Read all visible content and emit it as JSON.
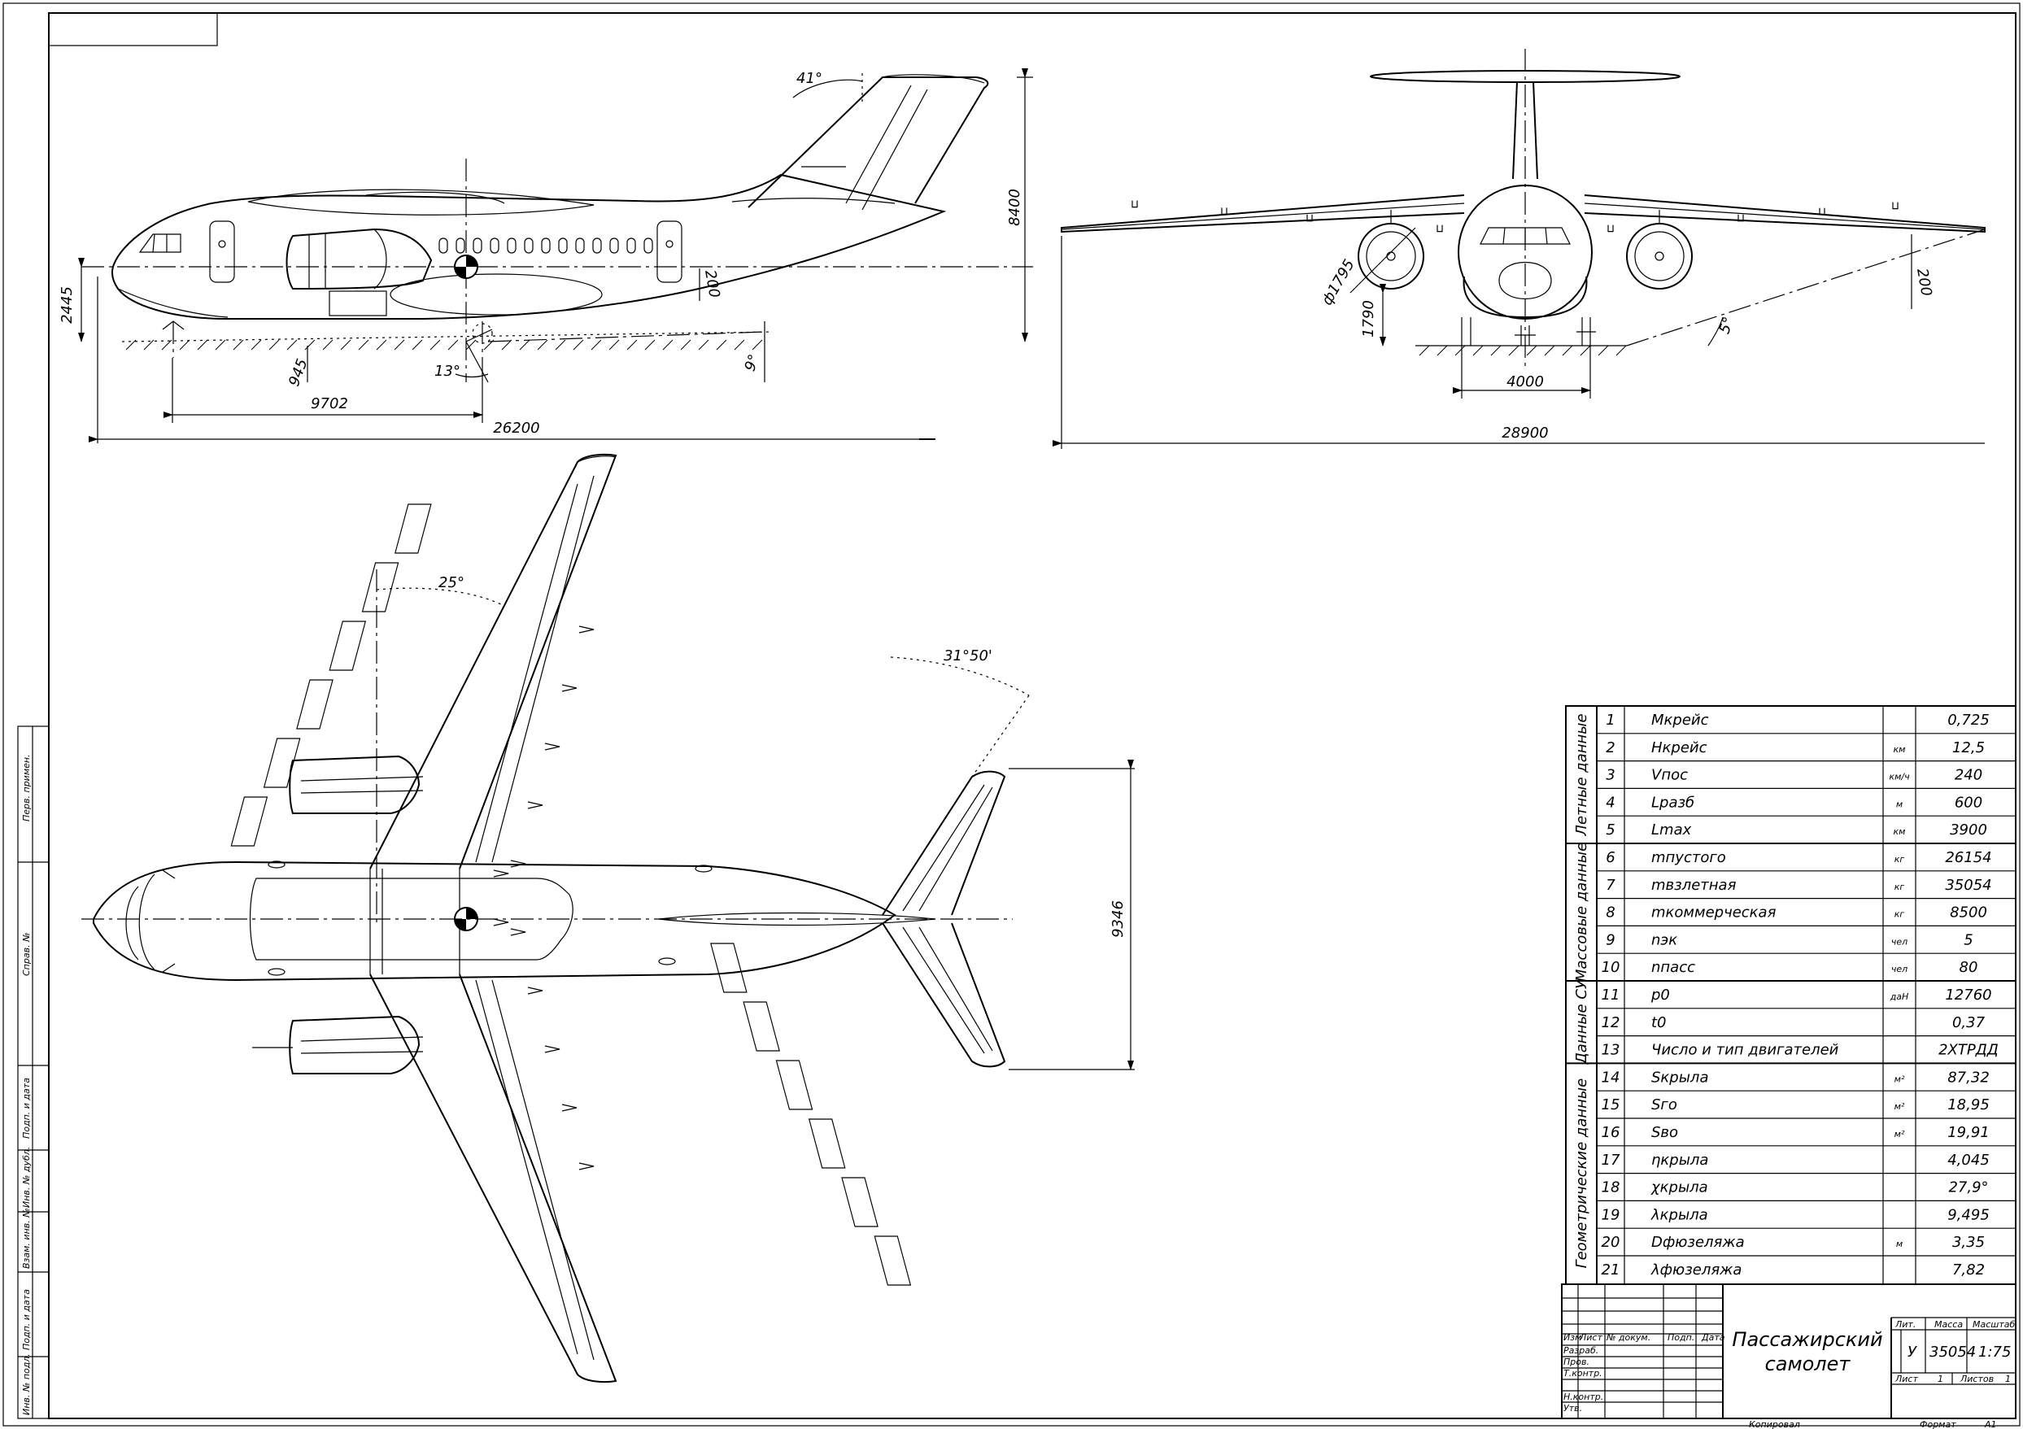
{
  "side_view": {
    "dims": {
      "overall_length": "26200",
      "height": "8400",
      "ground_to_axis": "2445",
      "cg_distance": "9702",
      "gear_track": "945",
      "fin_sweep": "41°",
      "tail_angle": "13°",
      "rear_angle": "9°",
      "clearance": "200"
    }
  },
  "front_view": {
    "dims": {
      "span": "28900",
      "gear_track": "4000",
      "engine_diameter": "ф1795",
      "engine_height": "1790",
      "wingtip_clearance": "200",
      "dihedral": "5°"
    }
  },
  "top_view": {
    "dims": {
      "wing_sweep": "25°",
      "stab_sweep": "31°50'",
      "stab_span": "9346"
    }
  },
  "spec_table": {
    "groups": [
      {
        "label": "Летные данные",
        "rows": [
          {
            "num": "1",
            "name": "Мкрейс",
            "unit": "",
            "value": "0,725"
          },
          {
            "num": "2",
            "name": "Hкрейс",
            "unit": "км",
            "value": "12,5"
          },
          {
            "num": "3",
            "name": "Vпос",
            "unit": "км/ч",
            "value": "240"
          },
          {
            "num": "4",
            "name": "Lразб",
            "unit": "м",
            "value": "600"
          },
          {
            "num": "5",
            "name": "Lmax",
            "unit": "км",
            "value": "3900"
          }
        ]
      },
      {
        "label": "Массовые данные",
        "rows": [
          {
            "num": "6",
            "name": "mпустого",
            "unit": "кг",
            "value": "26154"
          },
          {
            "num": "7",
            "name": "mвзлетная",
            "unit": "кг",
            "value": "35054"
          },
          {
            "num": "8",
            "name": "mкоммерческая",
            "unit": "кг",
            "value": "8500"
          },
          {
            "num": "9",
            "name": "nэк",
            "unit": "чел",
            "value": "5"
          },
          {
            "num": "10",
            "name": "nпасс",
            "unit": "чел",
            "value": "80"
          }
        ]
      },
      {
        "label": "Данные СУ",
        "rows": [
          {
            "num": "11",
            "name": "p0",
            "unit": "даН",
            "value": "12760"
          },
          {
            "num": "12",
            "name": "t0",
            "unit": "",
            "value": "0,37"
          },
          {
            "num": "13",
            "name": "Число и тип двигателей",
            "unit": "",
            "value": "2ХТРДД"
          }
        ]
      },
      {
        "label": "Геометрические данные",
        "rows": [
          {
            "num": "14",
            "name": "Sкрыла",
            "unit": "м²",
            "value": "87,32"
          },
          {
            "num": "15",
            "name": "Sго",
            "unit": "м²",
            "value": "18,95"
          },
          {
            "num": "16",
            "name": "Sво",
            "unit": "м²",
            "value": "19,91"
          },
          {
            "num": "17",
            "name": "ηкрыла",
            "unit": "",
            "value": "4,045"
          },
          {
            "num": "18",
            "name": "χкрыла",
            "unit": "",
            "value": "27,9°"
          },
          {
            "num": "19",
            "name": "λкрыла",
            "unit": "",
            "value": "9,495"
          },
          {
            "num": "20",
            "name": "Dфюзеляжа",
            "unit": "м",
            "value": "3,35"
          },
          {
            "num": "21",
            "name": "λфюзеляжа",
            "unit": "",
            "value": "7,82"
          }
        ]
      }
    ]
  },
  "title_block": {
    "title_line1": "Пассажирский",
    "title_line2": "самолет",
    "headers": {
      "izm": "Изм",
      "list": "Лист",
      "doc": "№ докум.",
      "podp": "Подп.",
      "data": "Дата"
    },
    "roles": [
      "Разраб.",
      "Пров.",
      "Т.контр.",
      "",
      "Н.контр.",
      "Утв."
    ],
    "lit_label": "Лит.",
    "mass_label": "Масса",
    "scale_label": "Масштаб",
    "lit": "У",
    "mass": "35054",
    "scale": "1:75",
    "sheet_label": "Лист",
    "sheet": "1",
    "sheets_label": "Листов",
    "sheets": "1",
    "copied": "Копировал",
    "format_label": "Формат",
    "format": "A1"
  },
  "side_strip": [
    "Перв. примен.",
    "Справ. №",
    "Подп. и дата",
    "Инв. № дубл.",
    "Взам. инв. №",
    "Подп. и дата",
    "Инв. № подл."
  ]
}
